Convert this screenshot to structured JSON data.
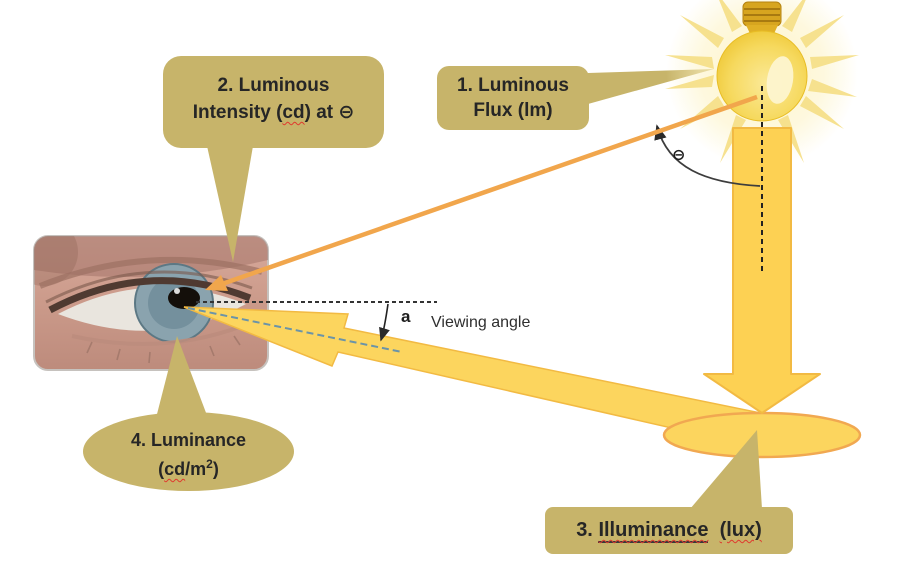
{
  "callouts": {
    "flux": {
      "line1": "1. Luminous",
      "line2": "Flux (lm)"
    },
    "intensity": {
      "line1": "2. Luminous",
      "l2_a": "Intensity (",
      "l2_cd": "cd",
      "l2_b": ") at ",
      "l2_theta": "⊖"
    },
    "illuminance": {
      "prefix": "3. ",
      "word": "Illuminance",
      "gap": "  ",
      "unit": "(lux)"
    },
    "luminance": {
      "line1": "4. Luminance",
      "l2_a": "(",
      "l2_cd": "cd",
      "l2_b": "/m",
      "l2_sup": "2",
      "l2_c": ")"
    }
  },
  "annotations": {
    "theta_symbol": "⊖",
    "angle_letter": "a",
    "viewing_angle": "Viewing angle"
  },
  "colors": {
    "callout_fill": "#c7b46a",
    "text": "#262626",
    "beam_yellow": "#fcd55e",
    "beam_edge": "#f2ba43",
    "ray_orange": "#f1a64c",
    "blue_dash": "#6b94a8",
    "squiggle_red": "#e0392e"
  }
}
